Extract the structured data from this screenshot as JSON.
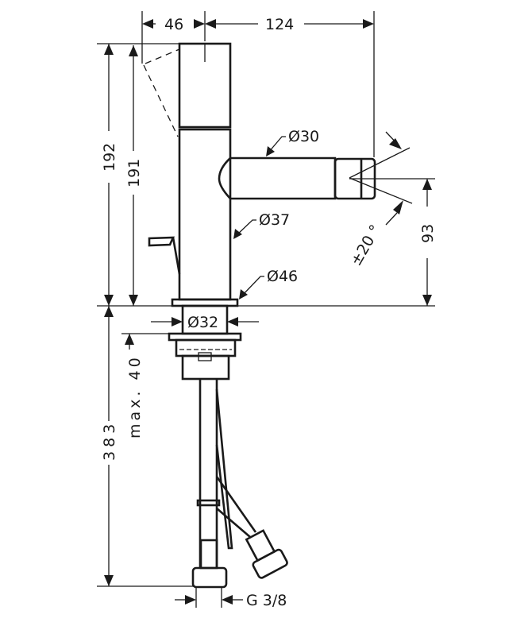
{
  "drawing": {
    "dimensions": {
      "width_handle": "46",
      "width_spout": "124",
      "height_total": "192",
      "height_body": "191",
      "spout_diameter": "Ø30",
      "body_diameter": "Ø37",
      "base_diameter": "Ø46",
      "shank_diameter": "Ø32",
      "spout_angle": "±20 °",
      "spout_height": "93",
      "below_deck_length": "383",
      "max_deck_thickness": "max. 40",
      "connection_thread": "G 3/8"
    },
    "line_color": "#1a1a1a"
  }
}
